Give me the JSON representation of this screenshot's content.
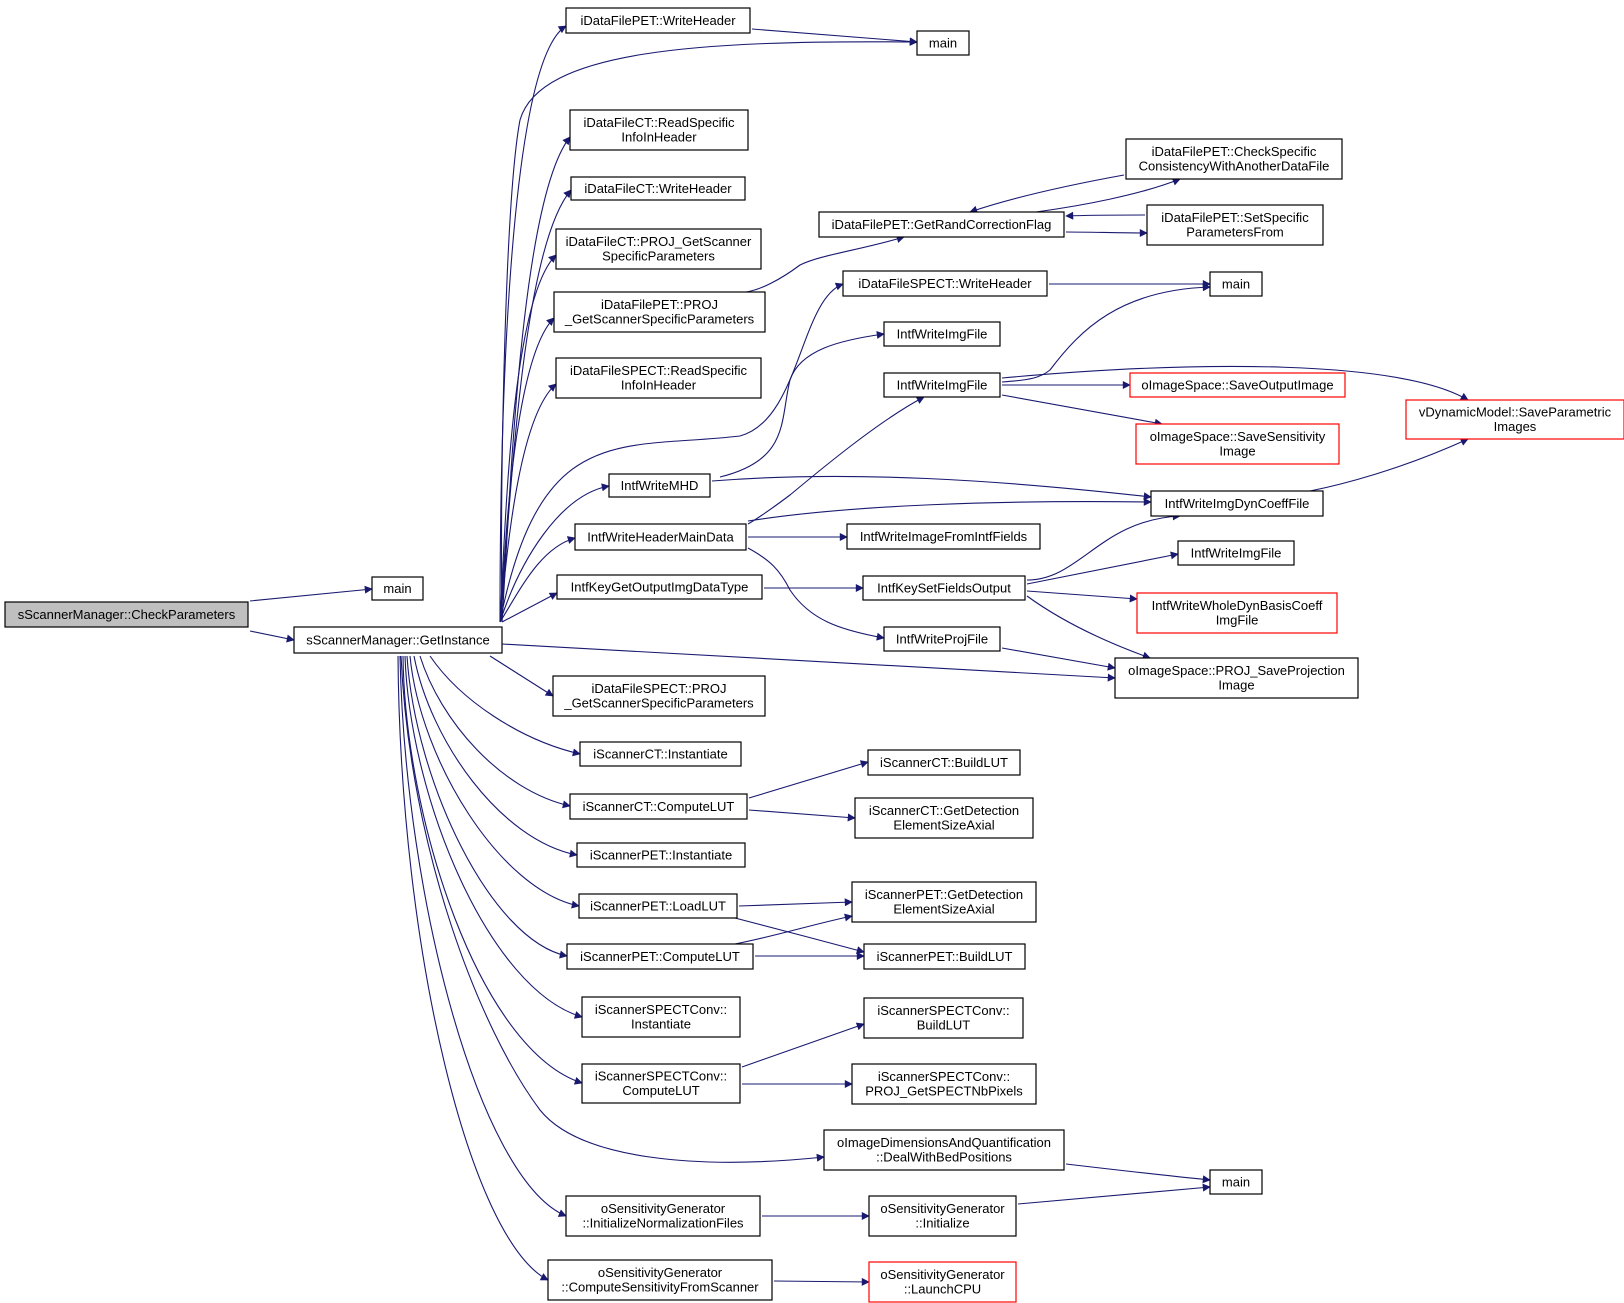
{
  "colors": {
    "edge": "#191970",
    "node_border_normal": "#000000",
    "node_border_truncated": "#ff0000",
    "node_fill": "#ffffff",
    "root_fill": "#bfbfbf"
  },
  "nodes": [
    {
      "id": "root",
      "lines": [
        "sScannerManager::CheckParameters"
      ],
      "style": "root"
    },
    {
      "id": "main_a",
      "lines": [
        "main"
      ],
      "style": "normal"
    },
    {
      "id": "getinst",
      "lines": [
        "sScannerManager::GetInstance"
      ],
      "style": "normal"
    },
    {
      "id": "dfpet_wh",
      "lines": [
        "iDataFilePET::WriteHeader"
      ],
      "style": "normal"
    },
    {
      "id": "main_b",
      "lines": [
        "main"
      ],
      "style": "normal"
    },
    {
      "id": "dfct_rsi",
      "lines": [
        "iDataFileCT::ReadSpecific",
        "InfoInHeader"
      ],
      "style": "normal"
    },
    {
      "id": "dfct_wh",
      "lines": [
        "iDataFileCT::WriteHeader"
      ],
      "style": "normal"
    },
    {
      "id": "dfct_proj",
      "lines": [
        "iDataFileCT::PROJ_GetScanner",
        "SpecificParameters"
      ],
      "style": "normal"
    },
    {
      "id": "dfpet_proj",
      "lines": [
        "iDataFilePET::PROJ",
        "_GetScannerSpecificParameters"
      ],
      "style": "normal"
    },
    {
      "id": "dfspect_rsi",
      "lines": [
        "iDataFileSPECT::ReadSpecific",
        "InfoInHeader"
      ],
      "style": "normal"
    },
    {
      "id": "wmhd",
      "lines": [
        "IntfWriteMHD"
      ],
      "style": "normal"
    },
    {
      "id": "whmd",
      "lines": [
        "IntfWriteHeaderMainData"
      ],
      "style": "normal"
    },
    {
      "id": "kgoidt",
      "lines": [
        "IntfKeyGetOutputImgDataType"
      ],
      "style": "normal"
    },
    {
      "id": "dfspect_proj",
      "lines": [
        "iDataFileSPECT::PROJ",
        "_GetScannerSpecificParameters"
      ],
      "style": "normal"
    },
    {
      "id": "sct_inst",
      "lines": [
        "iScannerCT::Instantiate"
      ],
      "style": "normal"
    },
    {
      "id": "sct_clut",
      "lines": [
        "iScannerCT::ComputeLUT"
      ],
      "style": "normal"
    },
    {
      "id": "spet_inst",
      "lines": [
        "iScannerPET::Instantiate"
      ],
      "style": "normal"
    },
    {
      "id": "spet_load",
      "lines": [
        "iScannerPET::LoadLUT"
      ],
      "style": "normal"
    },
    {
      "id": "spet_clut",
      "lines": [
        "iScannerPET::ComputeLUT"
      ],
      "style": "normal"
    },
    {
      "id": "sspect_inst",
      "lines": [
        "iScannerSPECTConv::",
        "Instantiate"
      ],
      "style": "normal"
    },
    {
      "id": "sspect_clut",
      "lines": [
        "iScannerSPECTConv::",
        "ComputeLUT"
      ],
      "style": "normal"
    },
    {
      "id": "oidq",
      "lines": [
        "oImageDimensionsAndQuantification",
        "::DealWithBedPositions"
      ],
      "style": "normal"
    },
    {
      "id": "osg_inf",
      "lines": [
        "oSensitivityGenerator",
        "::InitializeNormalizationFiles"
      ],
      "style": "normal"
    },
    {
      "id": "osg_csfs",
      "lines": [
        "oSensitivityGenerator",
        "::ComputeSensitivityFromScanner"
      ],
      "style": "normal"
    },
    {
      "id": "dfpet_grcf",
      "lines": [
        "iDataFilePET::GetRandCorrectionFlag"
      ],
      "style": "normal"
    },
    {
      "id": "dfspect_wh",
      "lines": [
        "iDataFileSPECT::WriteHeader"
      ],
      "style": "normal"
    },
    {
      "id": "wif1",
      "lines": [
        "IntfWriteImgFile"
      ],
      "style": "normal"
    },
    {
      "id": "wif2",
      "lines": [
        "IntfWriteImgFile"
      ],
      "style": "normal"
    },
    {
      "id": "wiff",
      "lines": [
        "IntfWriteImageFromIntfFields"
      ],
      "style": "normal"
    },
    {
      "id": "ksfo",
      "lines": [
        "IntfKeySetFieldsOutput"
      ],
      "style": "normal"
    },
    {
      "id": "wpf",
      "lines": [
        "IntfWriteProjFile"
      ],
      "style": "normal"
    },
    {
      "id": "sct_blut",
      "lines": [
        "iScannerCT::BuildLUT"
      ],
      "style": "normal"
    },
    {
      "id": "sct_gdes",
      "lines": [
        "iScannerCT::GetDetection",
        "ElementSizeAxial"
      ],
      "style": "normal"
    },
    {
      "id": "spet_gdes",
      "lines": [
        "iScannerPET::GetDetection",
        "ElementSizeAxial"
      ],
      "style": "normal"
    },
    {
      "id": "spet_blut",
      "lines": [
        "iScannerPET::BuildLUT"
      ],
      "style": "normal"
    },
    {
      "id": "sspect_blut",
      "lines": [
        "iScannerSPECTConv::",
        "BuildLUT"
      ],
      "style": "normal"
    },
    {
      "id": "sspect_nbpix",
      "lines": [
        "iScannerSPECTConv::",
        "PROJ_GetSPECTNbPixels"
      ],
      "style": "normal"
    },
    {
      "id": "osg_init",
      "lines": [
        "oSensitivityGenerator",
        "::Initialize"
      ],
      "style": "normal"
    },
    {
      "id": "osg_lcpu",
      "lines": [
        "oSensitivityGenerator",
        "::LaunchCPU"
      ],
      "style": "truncated"
    },
    {
      "id": "dfpet_csc",
      "lines": [
        "iDataFilePET::CheckSpecific",
        "ConsistencyWithAnotherDataFile"
      ],
      "style": "normal"
    },
    {
      "id": "dfpet_ssp",
      "lines": [
        "iDataFilePET::SetSpecific",
        "ParametersFrom"
      ],
      "style": "normal"
    },
    {
      "id": "main_c",
      "lines": [
        "main"
      ],
      "style": "normal"
    },
    {
      "id": "ois_soi",
      "lines": [
        "oImageSpace::SaveOutputImage"
      ],
      "style": "truncated"
    },
    {
      "id": "ois_ssi",
      "lines": [
        "oImageSpace::SaveSensitivity",
        "Image"
      ],
      "style": "truncated"
    },
    {
      "id": "widcf",
      "lines": [
        "IntfWriteImgDynCoeffFile"
      ],
      "style": "normal"
    },
    {
      "id": "wif3",
      "lines": [
        "IntfWriteImgFile"
      ],
      "style": "normal"
    },
    {
      "id": "wwdbc",
      "lines": [
        "IntfWriteWholeDynBasisCoeff",
        "ImgFile"
      ],
      "style": "truncated"
    },
    {
      "id": "ois_psp",
      "lines": [
        "oImageSpace::PROJ_SaveProjection",
        "Image"
      ],
      "style": "normal"
    },
    {
      "id": "main_d",
      "lines": [
        "main"
      ],
      "style": "normal"
    },
    {
      "id": "vdm_spi",
      "lines": [
        "vDynamicModel::SaveParametric",
        "Images"
      ],
      "style": "truncated"
    }
  ],
  "edges": [
    {
      "from": "main_a",
      "to": "root"
    },
    {
      "from": "getinst",
      "to": "root"
    },
    {
      "from": "dfpet_wh",
      "to": "getinst"
    },
    {
      "from": "main_b",
      "to": "getinst"
    },
    {
      "from": "dfct_rsi",
      "to": "getinst"
    },
    {
      "from": "dfct_wh",
      "to": "getinst"
    },
    {
      "from": "dfct_proj",
      "to": "getinst"
    },
    {
      "from": "dfpet_proj",
      "to": "getinst"
    },
    {
      "from": "dfspect_rsi",
      "to": "getinst"
    },
    {
      "from": "dfspect_wh",
      "to": "getinst"
    },
    {
      "from": "wmhd",
      "to": "getinst"
    },
    {
      "from": "whmd",
      "to": "getinst"
    },
    {
      "from": "kgoidt",
      "to": "getinst"
    },
    {
      "from": "ois_psp",
      "to": "getinst"
    },
    {
      "from": "dfspect_proj",
      "to": "getinst"
    },
    {
      "from": "sct_inst",
      "to": "getinst"
    },
    {
      "from": "sct_clut",
      "to": "getinst"
    },
    {
      "from": "spet_inst",
      "to": "getinst"
    },
    {
      "from": "spet_load",
      "to": "getinst"
    },
    {
      "from": "spet_clut",
      "to": "getinst"
    },
    {
      "from": "sspect_inst",
      "to": "getinst"
    },
    {
      "from": "sspect_clut",
      "to": "getinst"
    },
    {
      "from": "oidq",
      "to": "getinst"
    },
    {
      "from": "osg_inf",
      "to": "getinst"
    },
    {
      "from": "osg_csfs",
      "to": "getinst"
    },
    {
      "from": "main_b",
      "to": "dfpet_wh"
    },
    {
      "from": "dfpet_grcf",
      "to": "dfpet_proj"
    },
    {
      "from": "dfpet_csc",
      "to": "dfpet_grcf"
    },
    {
      "from": "dfpet_ssp",
      "to": "dfpet_grcf"
    },
    {
      "from": "dfpet_grcf",
      "to": "dfpet_csc"
    },
    {
      "from": "dfpet_grcf",
      "to": "dfpet_ssp"
    },
    {
      "from": "main_c",
      "to": "dfspect_wh"
    },
    {
      "from": "wif1",
      "to": "wmhd"
    },
    {
      "from": "widcf",
      "to": "wmhd"
    },
    {
      "from": "wif2",
      "to": "whmd"
    },
    {
      "from": "wiff",
      "to": "whmd"
    },
    {
      "from": "wpf",
      "to": "whmd"
    },
    {
      "from": "widcf",
      "to": "whmd"
    },
    {
      "from": "ksfo",
      "to": "kgoidt"
    },
    {
      "from": "main_c",
      "to": "wif2"
    },
    {
      "from": "ois_soi",
      "to": "wif2"
    },
    {
      "from": "ois_ssi",
      "to": "wif2"
    },
    {
      "from": "vdm_spi",
      "to": "wif2"
    },
    {
      "from": "widcf",
      "to": "ksfo"
    },
    {
      "from": "wif3",
      "to": "ksfo"
    },
    {
      "from": "wwdbc",
      "to": "ksfo"
    },
    {
      "from": "ois_psp",
      "to": "ksfo"
    },
    {
      "from": "ois_psp",
      "to": "wpf"
    },
    {
      "from": "vdm_spi",
      "to": "widcf"
    },
    {
      "from": "sct_blut",
      "to": "sct_clut"
    },
    {
      "from": "sct_gdes",
      "to": "sct_clut"
    },
    {
      "from": "spet_gdes",
      "to": "spet_load"
    },
    {
      "from": "spet_blut",
      "to": "spet_load"
    },
    {
      "from": "spet_gdes",
      "to": "spet_clut"
    },
    {
      "from": "spet_blut",
      "to": "spet_clut"
    },
    {
      "from": "sspect_blut",
      "to": "sspect_clut"
    },
    {
      "from": "sspect_nbpix",
      "to": "sspect_clut"
    },
    {
      "from": "main_d",
      "to": "oidq"
    },
    {
      "from": "osg_init",
      "to": "osg_inf"
    },
    {
      "from": "main_d",
      "to": "osg_init"
    },
    {
      "from": "osg_lcpu",
      "to": "osg_csfs"
    }
  ]
}
